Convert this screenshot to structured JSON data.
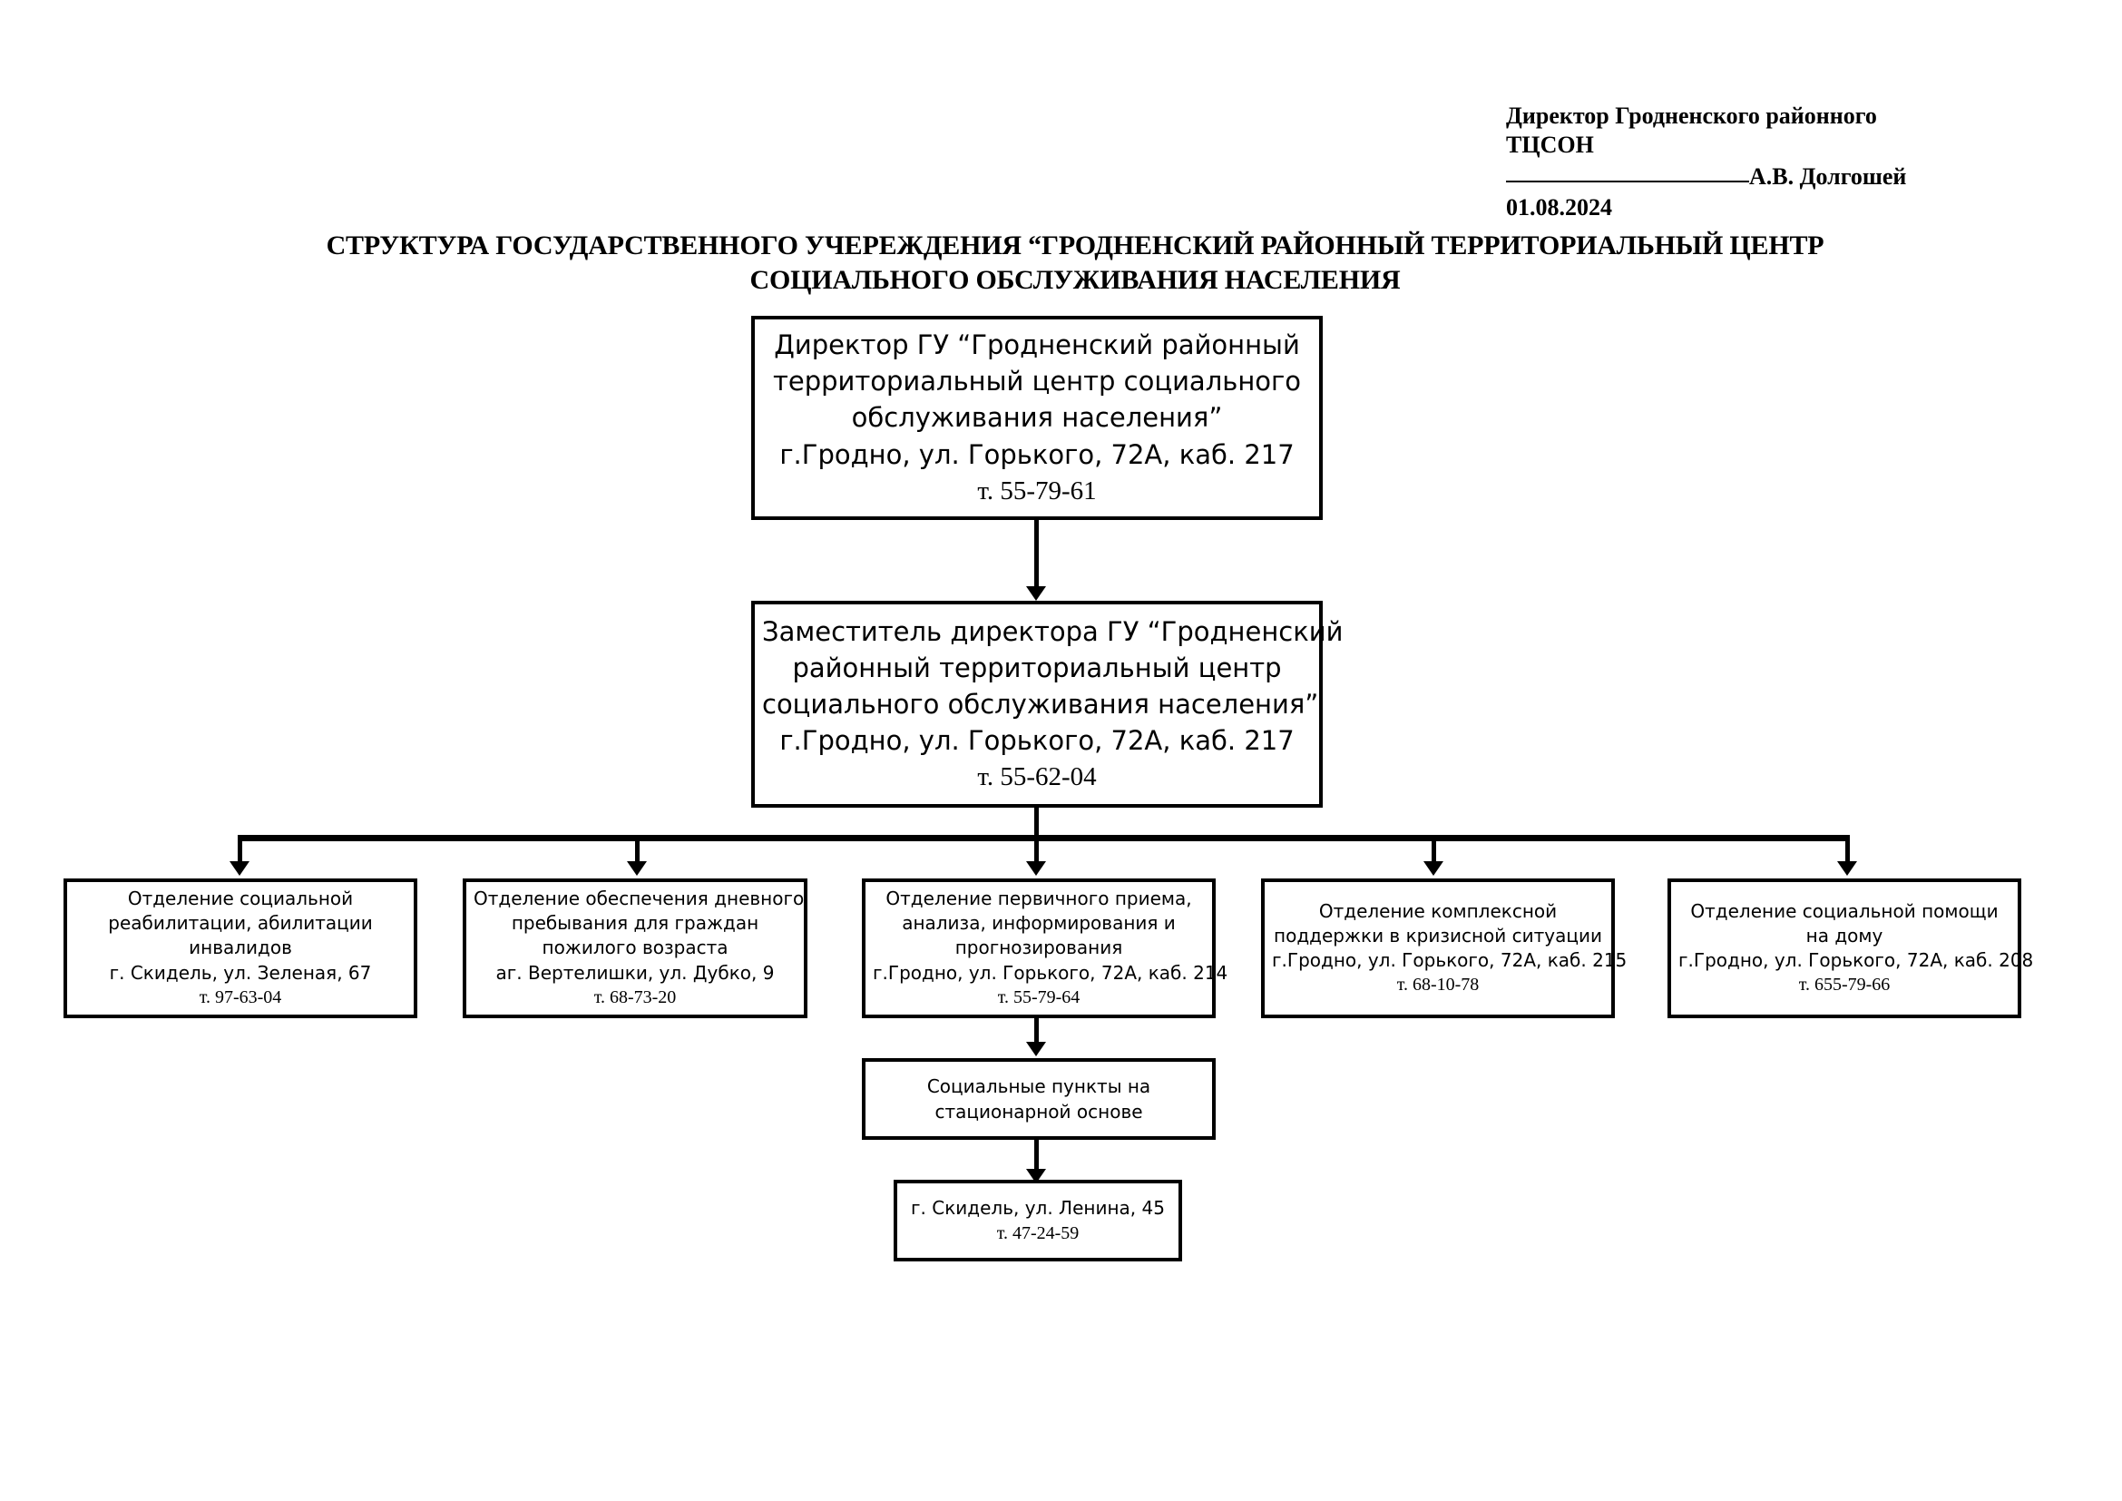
{
  "header": {
    "title_line_1": "Директор Гродненского районного",
    "title_line_2": "ТЦСОН",
    "signature_name": "А.В. Долгошей",
    "date": "01.08.2024"
  },
  "document": {
    "title_line_1": "СТРУКТУРА ГОСУДАРСТВЕННОГО УЧЕРЕЖДЕНИЯ “ГРОДНЕНСКИЙ РАЙОННЫЙ ТЕРРИТОРИАЛЬНЫЙ ЦЕНТР",
    "title_line_2": "СОЦИАЛЬНОГО ОБСЛУЖИВАНИЯ НАСЕЛЕНИЯ"
  },
  "chart_data": {
    "type": "diagram",
    "title": "СТРУКТУРА ГОСУДАРСТВЕННОГО УЧЕРЕЖДЕНИЯ “ГРОДНЕНСКИЙ РАЙОННЫЙ ТЕРРИТОРИАЛЬНЫЙ ЦЕНТР СОЦИАЛЬНОГО ОБСЛУЖИВАНИЯ НАСЕЛЕНИЯ”",
    "orientation": "top-down",
    "nodes": {
      "director": {
        "id": "director",
        "level": 1,
        "lines": [
          "Директор ГУ “Гродненский районный",
          "территориальный центр социального",
          "обслуживания населения”",
          "г.Гродно, ул. Горького, 72А, каб. 217",
          "т. 55-79-61"
        ]
      },
      "deputy": {
        "id": "deputy",
        "level": 2,
        "lines": [
          "Заместитель директора ГУ “Гродненский",
          "районный территориальный центр",
          "социального обслуживания населения”",
          "г.Гродно, ул. Горького, 72А, каб. 217",
          "т. 55-62-04"
        ]
      },
      "dept_1": {
        "id": "dept_1",
        "level": 3,
        "lines": [
          "Отделение социальной",
          "реабилитации, абилитации",
          "инвалидов",
          "г. Скидель, ул. Зеленая, 67",
          "т. 97-63-04"
        ]
      },
      "dept_2": {
        "id": "dept_2",
        "level": 3,
        "lines": [
          "Отделение обеспечения дневного",
          "пребывания для граждан",
          "пожилого возраста",
          "аг. Вертелишки, ул. Дубко, 9",
          "т. 68-73-20"
        ]
      },
      "dept_3": {
        "id": "dept_3",
        "level": 3,
        "lines": [
          "Отделение первичного приема,",
          "анализа, информирования и",
          "прогнозирования",
          "г.Гродно, ул. Горького, 72А, каб. 214",
          "т. 55-79-64"
        ]
      },
      "dept_4": {
        "id": "dept_4",
        "level": 3,
        "lines": [
          "Отделение комплексной",
          "поддержки в кризисной ситуации",
          "г.Гродно, ул. Горького, 72А, каб. 215",
          "т. 68-10-78"
        ]
      },
      "dept_5": {
        "id": "dept_5",
        "level": 3,
        "lines": [
          "Отделение социальной помощи",
          "на дому",
          "г.Гродно, ул. Горького, 72А, каб. 208",
          "т. 655-79-66"
        ]
      },
      "social_points": {
        "id": "social_points",
        "level": 4,
        "lines": [
          "Социальные пункты на",
          "стационарной основе"
        ]
      },
      "skidel_point": {
        "id": "skidel_point",
        "level": 5,
        "lines": [
          "г. Скидель, ул. Ленина, 45",
          "т. 47-24-59"
        ]
      }
    },
    "edges": [
      {
        "from": "director",
        "to": "deputy"
      },
      {
        "from": "deputy",
        "to": "dept_1"
      },
      {
        "from": "deputy",
        "to": "dept_2"
      },
      {
        "from": "deputy",
        "to": "dept_3"
      },
      {
        "from": "deputy",
        "to": "dept_4"
      },
      {
        "from": "deputy",
        "to": "dept_5"
      },
      {
        "from": "dept_3",
        "to": "social_points"
      },
      {
        "from": "social_points",
        "to": "skidel_point"
      }
    ]
  },
  "colors": {
    "line": "#000000",
    "background": "#ffffff",
    "text": "#000000"
  }
}
